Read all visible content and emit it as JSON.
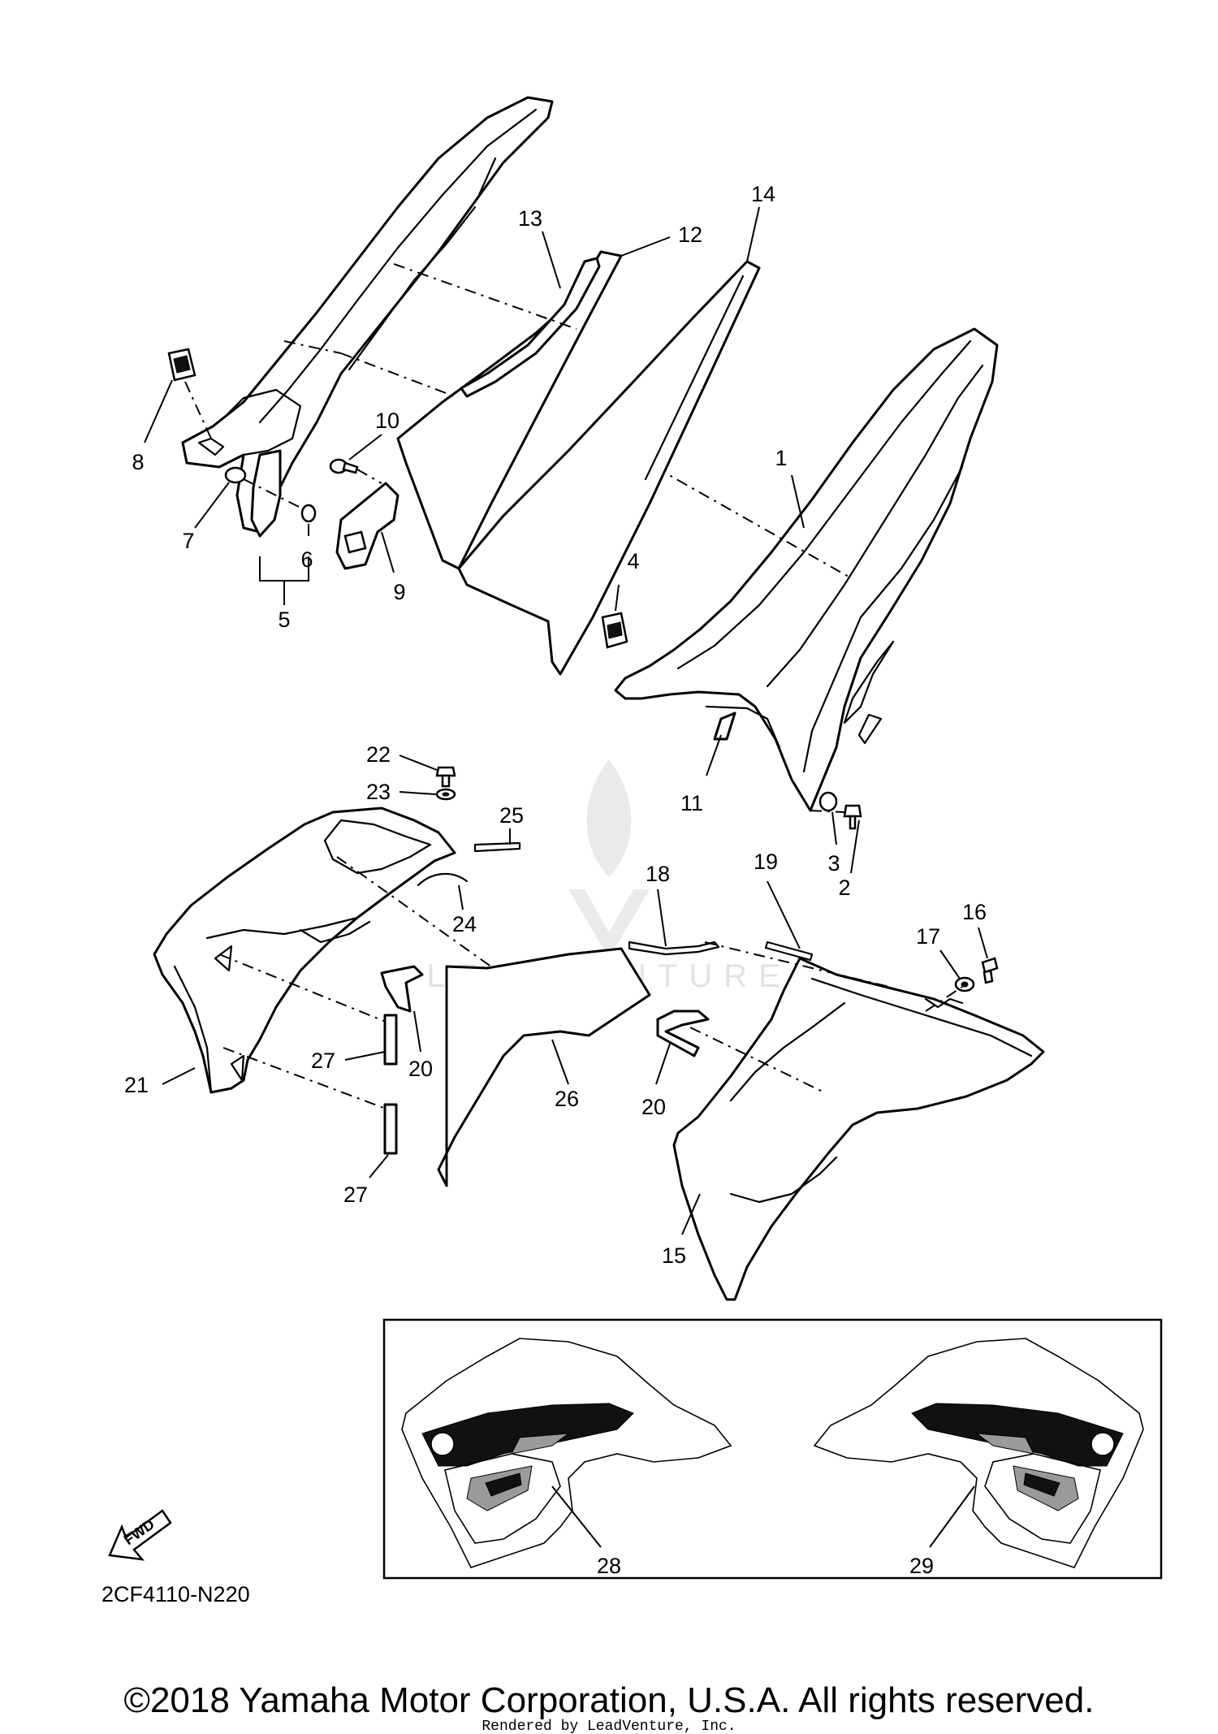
{
  "callouts": [
    "1",
    "2",
    "3",
    "4",
    "5",
    "6",
    "7",
    "8",
    "9",
    "10",
    "11",
    "12",
    "13",
    "14",
    "15",
    "16",
    "17",
    "18",
    "19",
    "20",
    "20",
    "21",
    "22",
    "23",
    "24",
    "25",
    "26",
    "27",
    "27",
    "28",
    "29"
  ],
  "fwd_label": "FWD",
  "diagram_code": "2CF4110-N220",
  "watermark_text": "LEADVENTURE",
  "copyright": "©2018 Yamaha Motor Corporation, U.S.A. All rights reserved.",
  "rendered_by": "Rendered by LeadVenture, Inc.",
  "colors": {
    "line": "#000000",
    "background": "#ffffff",
    "watermark": "#d9d9d9"
  }
}
